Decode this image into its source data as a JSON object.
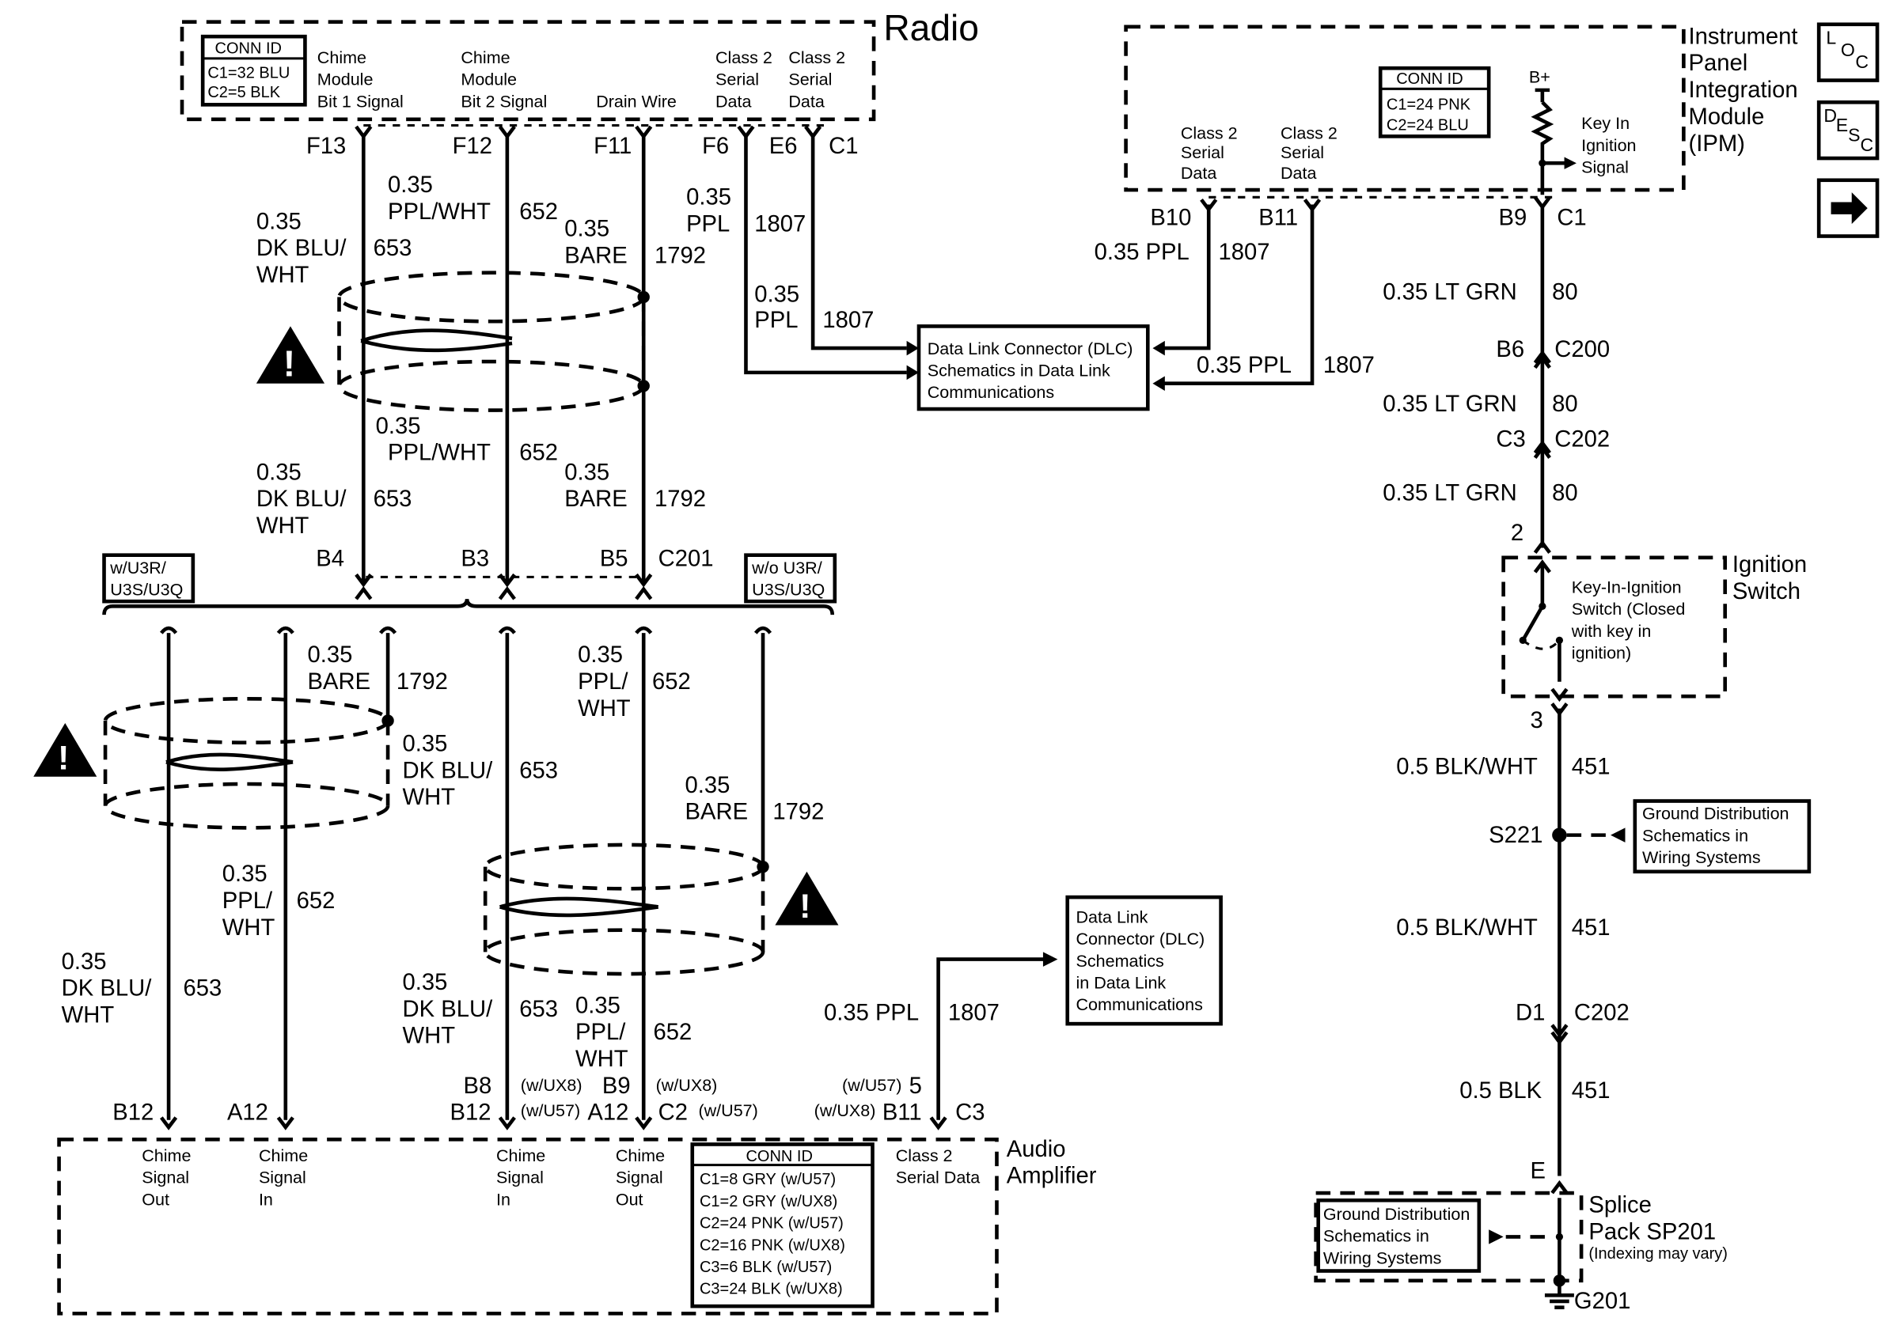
{
  "radio": {
    "title": "Radio",
    "conn_id": [
      "CONN ID",
      "C1=32 BLU",
      "C2=5 BLK"
    ],
    "pins": [
      [
        "Chime",
        "Module",
        "Bit 1 Signal"
      ],
      [
        "Chime",
        "Module",
        "Bit 2 Signal"
      ],
      [
        "Drain Wire"
      ],
      [
        "Class 2",
        "Serial",
        "Data"
      ],
      [
        "Class 2",
        "Serial",
        "Data"
      ]
    ],
    "terminals": [
      "F13",
      "F12",
      "F11",
      "F6",
      "E6",
      "C1"
    ]
  },
  "ipm": {
    "title": [
      "Instrument",
      "Panel",
      "Integration",
      "Module",
      "(IPM)"
    ],
    "conn_id": [
      "CONN ID",
      "C1=24 PNK",
      "C2=24 BLU"
    ],
    "pins": [
      [
        "Class 2",
        "Serial",
        "Data"
      ],
      [
        "Class 2",
        "Serial",
        "Data"
      ]
    ],
    "bplus": "B+",
    "key_in": [
      "Key In",
      "Ignition",
      "Signal"
    ],
    "terminals": [
      "B10",
      "B11",
      "B9",
      "C1"
    ]
  },
  "side_icons": {
    "loc": [
      "L",
      "O",
      "C"
    ],
    "desc": [
      "D",
      "E",
      "S",
      "C"
    ]
  },
  "dlc_top": [
    "Data Link Connector (DLC)",
    "Schematics in Data Link",
    "Communications"
  ],
  "dlc_bottom": [
    "Data Link",
    "Connector (DLC)",
    "Schematics",
    "in Data Link",
    "Communications"
  ],
  "wires_top": {
    "w653": [
      "0.35",
      "DK BLU/",
      "WHT"
    ],
    "c653": "653",
    "w652": [
      "0.35",
      "PPL/WHT"
    ],
    "c652": "652",
    "w1792": [
      "0.35",
      "BARE"
    ],
    "c1792": "1792",
    "w1807a": [
      "0.35",
      "PPL"
    ],
    "c1807": "1807"
  },
  "connector_c201": {
    "pins": [
      "B4",
      "B3",
      "B5"
    ],
    "name": "C201"
  },
  "options": {
    "left": [
      "w/U3R/",
      "U3S/U3Q"
    ],
    "right": [
      "w/o U3R/",
      "U3S/U3Q"
    ]
  },
  "ipm_wires": {
    "ppl": "0.35 PPL",
    "c1807": "1807",
    "ltgrn": "0.35 LT GRN",
    "c80": "80",
    "c200": [
      "B6",
      "C200"
    ],
    "c202": [
      "C3",
      "C202"
    ]
  },
  "ignition_switch": {
    "title": [
      "Ignition",
      "Switch"
    ],
    "desc": [
      "Key-In-Ignition",
      "Switch (Closed",
      "with key in",
      "ignition)"
    ],
    "pin_in": "2",
    "pin_out": "3"
  },
  "ground_path": {
    "blkwht": "0.5 BLK/WHT",
    "blk": "0.5 BLK",
    "c451": "451",
    "splice": "S221",
    "c202": [
      "D1",
      "C202"
    ],
    "pin_e": "E",
    "ground_box": [
      "Ground Distribution",
      "Schematics in",
      "Wiring Systems"
    ],
    "splice_pack": [
      "Splice",
      "Pack SP201",
      "(Indexing may vary)"
    ],
    "ground": "G201"
  },
  "amplifier": {
    "title": [
      "Audio",
      "Amplifier"
    ],
    "conn_id": [
      "CONN ID",
      "C1=8 GRY (w/U57)",
      "C1=2 GRY (w/UX8)",
      "C2=24 PNK (w/U57)",
      "C2=16 PNK (w/UX8)",
      "C3=6 BLK (w/U57)",
      "C3=24 BLK (w/UX8)"
    ],
    "pins": [
      [
        "Chime",
        "Signal",
        "Out"
      ],
      [
        "Chime",
        "Signal",
        "In"
      ],
      [
        "Chime",
        "Signal",
        "In"
      ],
      [
        "Chime",
        "Signal",
        "Out"
      ],
      [
        "Class 2",
        "Serial Data"
      ]
    ],
    "terminals": {
      "b12": "B12",
      "a12": "A12",
      "b8": "B8",
      "b12b": "B12",
      "b9": "B9",
      "a12b": "A12",
      "c2": "C2",
      "five": "5",
      "b11": "B11",
      "c3": "C3",
      "ux8": "(w/UX8)",
      "u57": "(w/U57)"
    }
  },
  "mid_wires": {
    "bare": [
      "0.35",
      "BARE"
    ],
    "c1792": "1792",
    "pplwht": [
      "0.35",
      "PPL/",
      "WHT"
    ],
    "c652": "652",
    "dkblu": [
      "0.35",
      "DK BLU/",
      "WHT"
    ],
    "c653": "653",
    "ppl": "0.35 PPL",
    "c1807": "1807"
  }
}
